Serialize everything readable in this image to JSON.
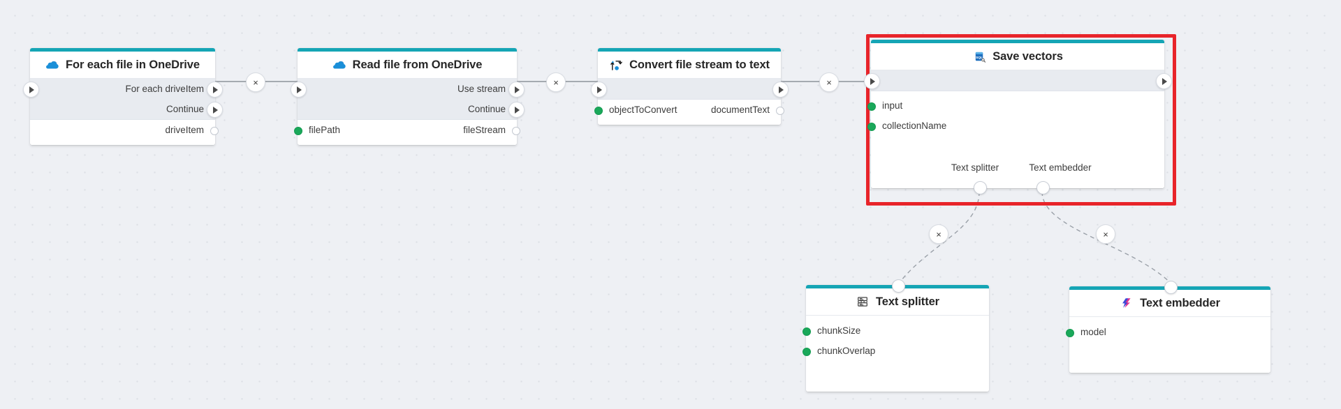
{
  "canvas": {
    "background_color": "#eef0f4",
    "grid_dot_color": "#dcdfe5",
    "accent_color": "#15a5b5",
    "selection_color": "#e8242a",
    "input_port_color": "#1aa85a"
  },
  "nodes": [
    {
      "id": "for-each-file-in-onedrive",
      "title": "For each file in OneDrive",
      "icon": "onedrive-cloud-icon",
      "control_rows": [
        {
          "label": "For each driveItem"
        },
        {
          "label": "Continue"
        }
      ],
      "data_rows": [
        {
          "label": "driveItem",
          "side": "out"
        }
      ]
    },
    {
      "id": "read-file-from-onedrive",
      "title": "Read file from OneDrive",
      "icon": "onedrive-cloud-icon",
      "control_rows": [
        {
          "label": "Use stream"
        },
        {
          "label": "Continue"
        }
      ],
      "data_rows": [
        {
          "in_label": "filePath",
          "out_label": "fileStream"
        }
      ]
    },
    {
      "id": "convert-file-stream-to-text",
      "title": "Convert file stream to text",
      "icon": "convert-transform-icon",
      "control_rows": [
        {
          "label": ""
        }
      ],
      "data_rows": [
        {
          "in_label": "objectToConvert",
          "out_label": "documentText"
        }
      ]
    },
    {
      "id": "save-vectors",
      "title": "Save vectors",
      "icon": "sql-database-icon",
      "selected": true,
      "control_rows": [
        {
          "label": ""
        }
      ],
      "data_rows": [
        {
          "in_label": "input"
        },
        {
          "in_label": "collectionName"
        }
      ],
      "sub_ports": [
        {
          "label": "Text splitter"
        },
        {
          "label": "Text embedder"
        }
      ]
    },
    {
      "id": "text-splitter",
      "title": "Text splitter",
      "icon": "text-splitter-icon",
      "data_rows": [
        {
          "in_label": "chunkSize"
        },
        {
          "in_label": "chunkOverlap"
        }
      ]
    },
    {
      "id": "text-embedder",
      "title": "Text embedder",
      "icon": "text-embedder-icon",
      "data_rows": [
        {
          "in_label": "model"
        }
      ]
    }
  ],
  "edges": [
    {
      "id": "edge-1",
      "delete_label": "×"
    },
    {
      "id": "edge-2",
      "delete_label": "×"
    },
    {
      "id": "edge-3",
      "delete_label": "×"
    },
    {
      "id": "edge-4",
      "delete_label": "×"
    },
    {
      "id": "edge-5",
      "delete_label": "×"
    }
  ]
}
